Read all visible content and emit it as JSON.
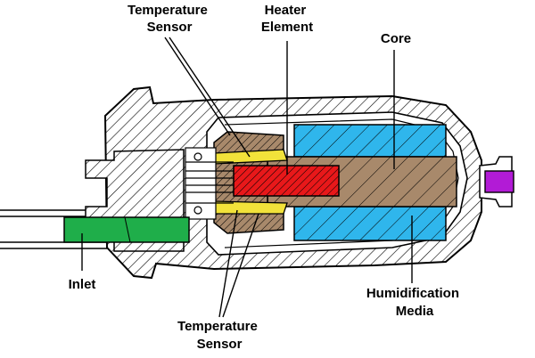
{
  "labels": {
    "temperature_sensor_top": [
      "Temperature",
      "Sensor"
    ],
    "heater_element": [
      "Heater",
      "Element"
    ],
    "core": "Core",
    "inlet": "Inlet",
    "humidification_media": [
      "Humidification",
      "Media"
    ],
    "temperature_sensor_bottom": [
      "Temperature",
      "Sensor"
    ]
  },
  "colors": {
    "inlet_tube": "#1fae4a",
    "outlet_port": "#b21bd6",
    "heater_element": "#e8181a",
    "core": "#a8896b",
    "humidification_media": "#2fb6ec",
    "temperature_sensor": "#f2e23a",
    "outline": "#000000"
  }
}
